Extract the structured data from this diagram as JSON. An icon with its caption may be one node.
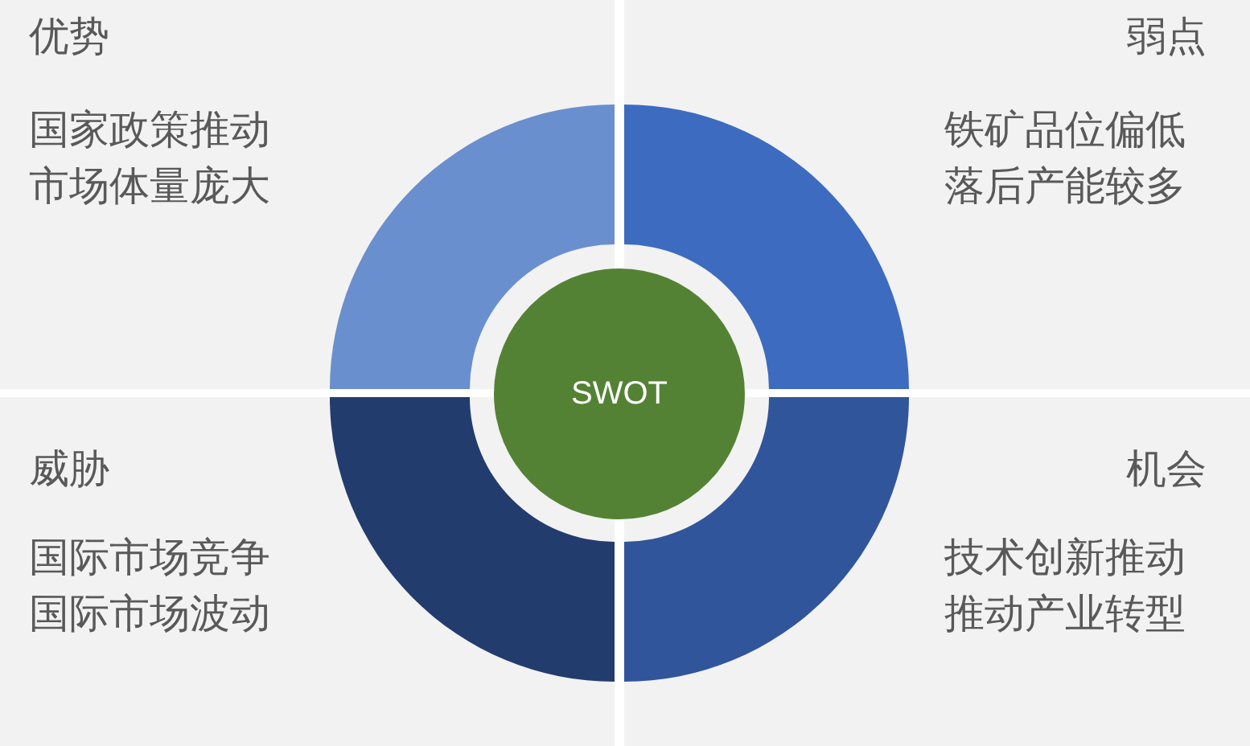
{
  "diagram": {
    "nodes": [
      {
        "text": [
          "优势",
          "国家政策推动",
          "市场体量庞大"
        ]
      },
      {
        "text": [
          "弱点",
          "铁矿品位偏低",
          "落后产能较多"
        ]
      },
      {
        "text": [
          "威胁",
          "国际市场竞争",
          "国际市场波动"
        ]
      },
      {
        "text": [
          "机会",
          "技术创新推动",
          "推动产业转型"
        ]
      },
      {
        "text": [],
        "shape": "arc",
        "in": 0
      },
      {
        "text": [],
        "shape": "arc",
        "in": 1
      },
      {
        "text": [],
        "shape": "arc",
        "in": 2
      },
      {
        "text": [],
        "shape": "arc",
        "in": 3
      },
      {
        "text": [
          "SWOT"
        ]
      }
    ]
  }
}
